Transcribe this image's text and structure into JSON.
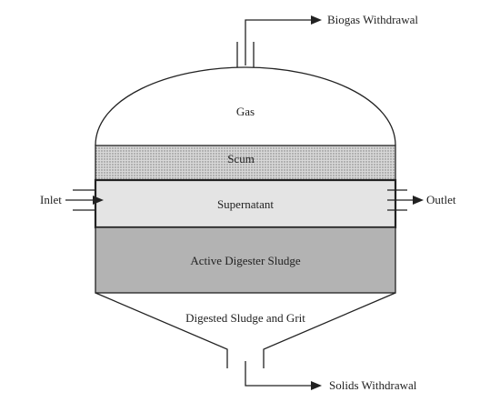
{
  "labels": {
    "biogas_withdrawal": "Biogas Withdrawal",
    "gas": "Gas",
    "scum": "Scum",
    "supernatant": "Supernatant",
    "inlet": "Inlet",
    "outlet": "Outlet",
    "active_sludge": "Active Digester Sludge",
    "digested_sludge": "Digested Sludge and Grit",
    "solids_withdrawal": "Solids Withdrawal"
  },
  "colors": {
    "outline": "#222222",
    "scum_fill": "#cfcfcf",
    "supernatant_fill": "#e4e4e4",
    "active_sludge_fill": "#b3b3b3",
    "background": "#ffffff"
  }
}
